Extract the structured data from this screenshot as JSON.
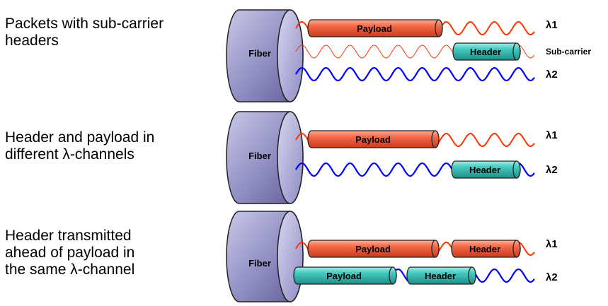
{
  "rows": [
    {
      "description": [
        "Packets with sub-carrier",
        "headers"
      ],
      "fiber_label": "Fiber",
      "payload_label": "Payload",
      "header_label": "Header",
      "lambda1_label": "λ1",
      "subcarrier_label": "Sub-carrier",
      "lambda2_label": "λ2"
    },
    {
      "description": [
        "Header and payload in",
        "different λ-channels"
      ],
      "fiber_label": "Fiber",
      "payload_label": "Payload",
      "header_label": "Header",
      "lambda1_label": "λ1",
      "lambda2_label": "λ2"
    },
    {
      "description": [
        "Header transmitted",
        "ahead of payload in",
        "the same λ-channel"
      ],
      "fiber_label": "Fiber",
      "payload_label": "Payload",
      "header_label": "Header",
      "payload2_label": "Payload",
      "header2_label": "Header",
      "lambda1_label": "λ1",
      "lambda2_label": "λ2"
    }
  ],
  "colors": {
    "wave_red": "#ff3300",
    "wave_blue": "#0000ff",
    "payload_fill": "#f46a4a",
    "header_fill": "#44c9bf",
    "fiber_fill": "#9d9bcc"
  }
}
